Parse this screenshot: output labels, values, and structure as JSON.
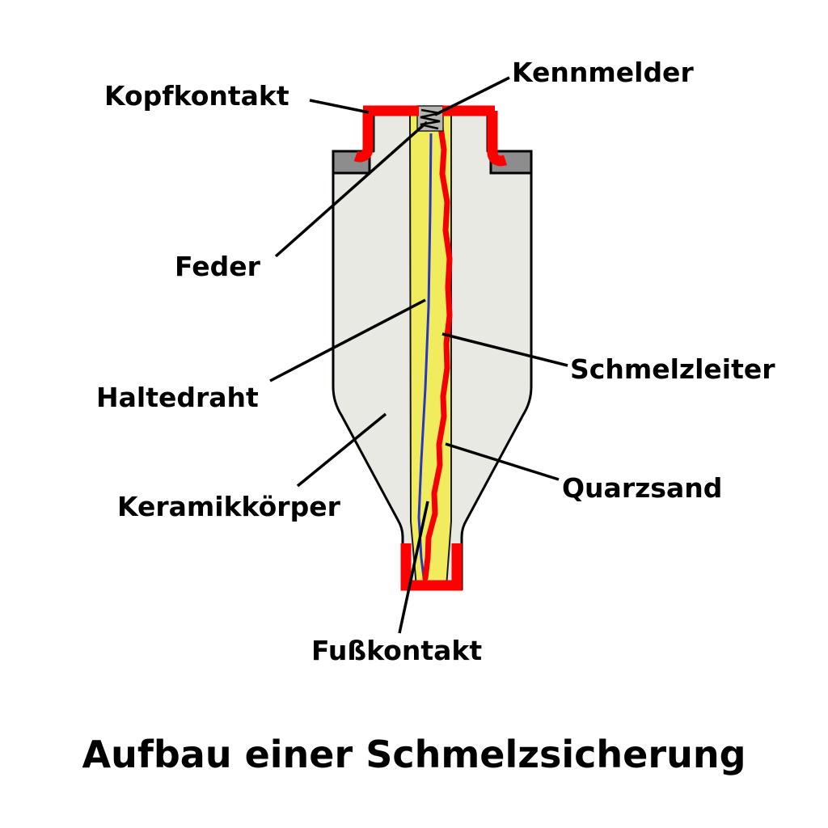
{
  "title": "Aufbau einer Schmelzsicherung",
  "labels": {
    "kennmelder": "Kennmelder",
    "kopfkontakt": "Kopfkontakt",
    "feder": "Feder",
    "haltedraht": "Haltedraht",
    "schmelzleiter": "Schmelzleiter",
    "keramikkoerper": "Keramikkörper",
    "quarzsand": "Quarzsand",
    "fusskontakt": "Fußkontakt"
  },
  "colors": {
    "contact_red": "#fe0000",
    "element_red": "#f50000",
    "ceramic_gray": "#e9e9e4",
    "tab_gray": "#8d8d8d",
    "indicator_gray": "#b5b5b2",
    "sand_yellow": "#f1eb5e",
    "wire_blue": "#2a35c0",
    "line_black": "#000000"
  }
}
